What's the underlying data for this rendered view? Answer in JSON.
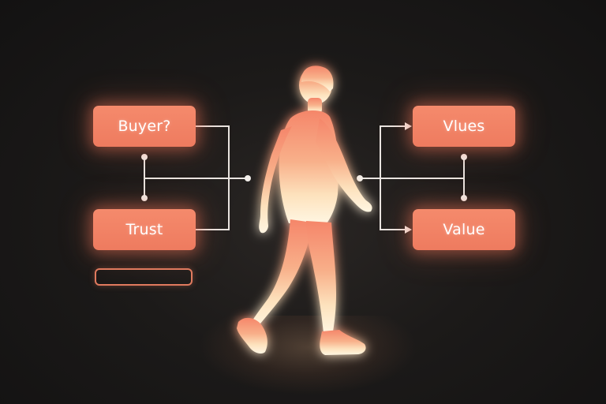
{
  "diagram": {
    "left_nodes": [
      {
        "label": "Buyer?"
      },
      {
        "label": "Trust"
      }
    ],
    "right_nodes": [
      {
        "label": "Vlues"
      },
      {
        "label": "Value"
      }
    ]
  },
  "colors": {
    "node_fill": "#f08062",
    "connector": "#e9e4e0",
    "figure_top": "#f5866a",
    "figure_bottom": "#fff3d6",
    "background": "#181616"
  },
  "icons": {
    "figure": "walking-person-icon"
  }
}
